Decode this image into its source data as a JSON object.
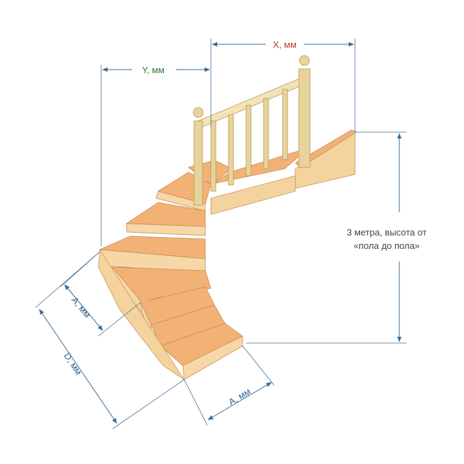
{
  "diagram": {
    "dimension_x": "X, мм",
    "dimension_y": "Y, мм",
    "dimension_a_left": "A, мм",
    "dimension_d": "D, мм",
    "dimension_a_bottom": "A, мм",
    "height_note_line1": "3 метра, высота от",
    "height_note_line2": "«пола до пола»"
  },
  "colors": {
    "dimension_line": "#3a6d9a",
    "label_x": "#c0392b",
    "label_y": "#2e7d32",
    "tread": "#f2b276",
    "baluster": "#e8d39a"
  }
}
